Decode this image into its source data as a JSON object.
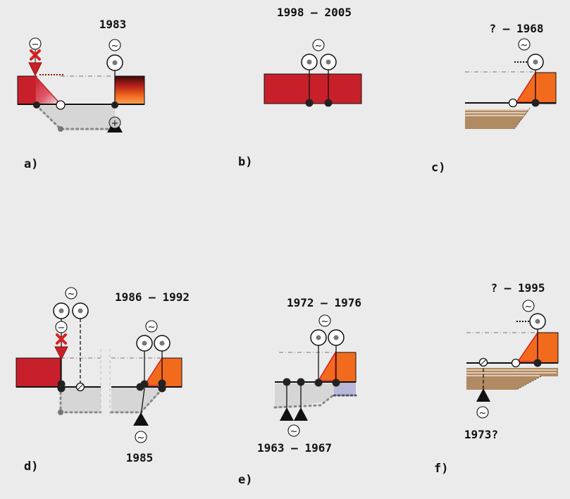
{
  "colors": {
    "background": "#ebebeb",
    "red_block": "#c8202a",
    "orange_block": "#f26b1d",
    "brown_layers": "#b08a62",
    "gray_fill": "#d6d6d6",
    "purple_fill": "#b8b8d8",
    "black": "#111111"
  },
  "panels": {
    "a": {
      "label": "a)",
      "year": "1983",
      "symbols": [
        "~",
        "−",
        "+"
      ]
    },
    "b": {
      "label": "b)",
      "year": "1998 – 2005",
      "symbols": [
        "~"
      ]
    },
    "c": {
      "label": "c)",
      "year": "? – 1968",
      "symbols": [
        "~"
      ]
    },
    "d": {
      "label": "d)",
      "year": "1986 – 1992",
      "year2": "1985",
      "symbols": [
        "~",
        "−",
        "~",
        "~"
      ]
    },
    "e": {
      "label": "e)",
      "year": "1972 – 1976",
      "year2": "1963 – 1967",
      "symbols": [
        "~",
        "~"
      ]
    },
    "f": {
      "label": "f)",
      "year": "? – 1995",
      "year2": "1973?",
      "symbols": [
        "~",
        "~"
      ]
    }
  }
}
